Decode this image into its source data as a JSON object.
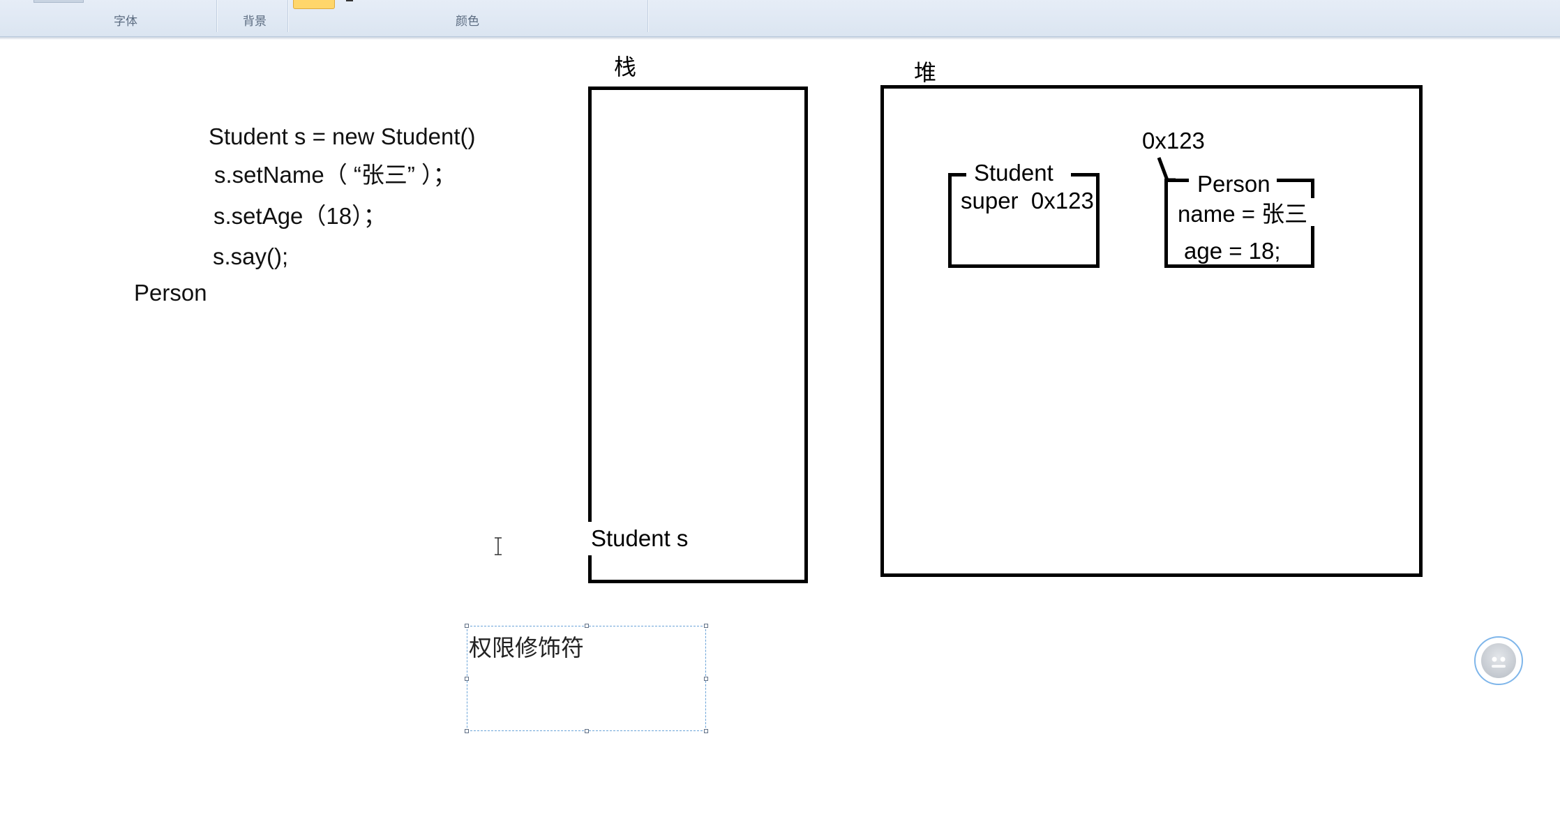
{
  "ribbon": {
    "groups": [
      {
        "label": "字体"
      },
      {
        "label": "背景"
      },
      {
        "label": "颜色"
      }
    ]
  },
  "slide": {
    "code_lines": [
      "Student s = new Student()",
      "s.setName（ “张三” ）；",
      "s.setAge（18）；",
      "s.say();",
      "Person"
    ],
    "stack": {
      "label": "栈",
      "var_label": "Student s"
    },
    "heap": {
      "label": "堆",
      "address_label": "0x123",
      "student_obj": {
        "title": "Student",
        "field": "super  0x123"
      },
      "person_obj": {
        "title": "Person",
        "fields": [
          "name = 张三",
          "age = 18;"
        ]
      }
    },
    "selected_textbox": {
      "text": "权限修饰符"
    }
  },
  "colors": {
    "ribbon_bg": "#dbe5f1",
    "selection_border": "#6aa3d8",
    "assistant_ring": "#7fb6ea"
  },
  "icons": {
    "cursor": "i-beam-cursor-icon",
    "assistant": "assistant-avatar-icon"
  }
}
